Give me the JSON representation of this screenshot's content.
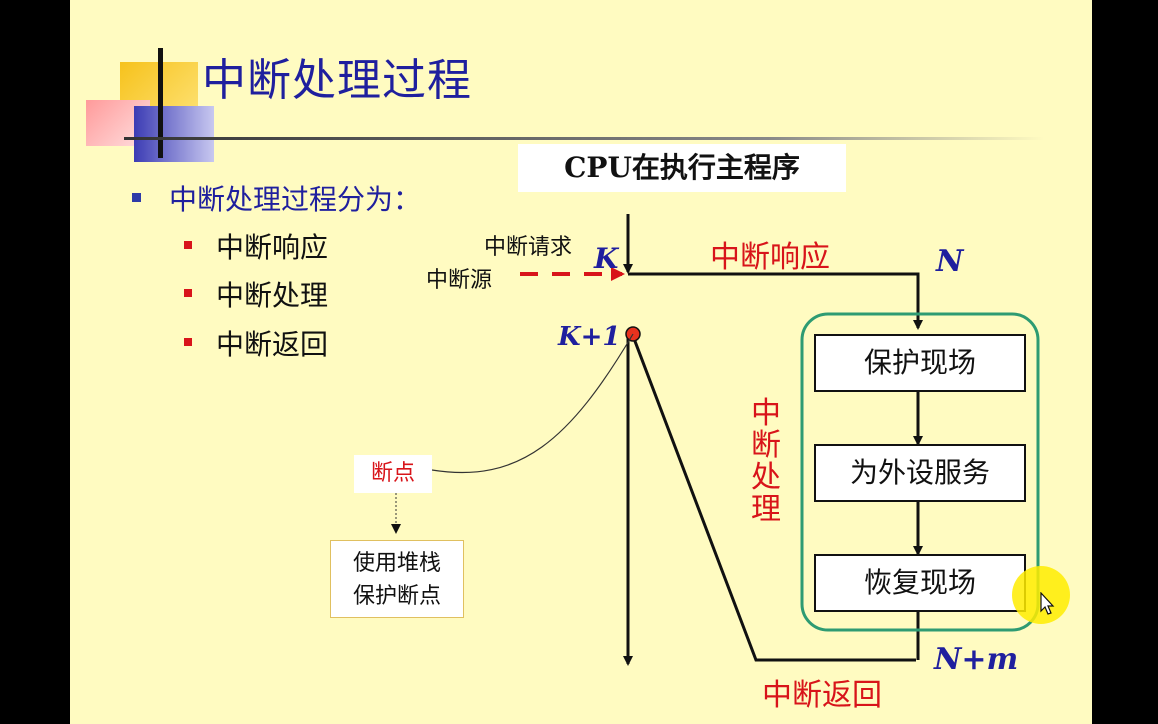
{
  "title": "中断处理过程",
  "bullets": {
    "main": "中断处理过程分为：",
    "items": [
      "中断响应",
      "中断处理",
      "中断返回"
    ]
  },
  "diagram": {
    "cpu_box": "CPU在执行主程序",
    "interrupt_request": "中断请求",
    "interrupt_source": "中断源",
    "label_k": "K",
    "label_k1": "K+1",
    "label_n": "N",
    "label_nm": "N+m",
    "interrupt_response": "中断响应",
    "interrupt_handling_vertical": [
      "中",
      "断",
      "处",
      "理"
    ],
    "steps": [
      "保护现场",
      "为外设服务",
      "恢复现场"
    ],
    "interrupt_return": "中断返回",
    "breakpoint": "断点",
    "stack_note": [
      "使用堆栈",
      "保护断点"
    ]
  },
  "colors": {
    "background": "#FFFBC1",
    "title": "#1F1F9E",
    "accent_red": "#D8141A",
    "frame_green": "#2E9B72"
  }
}
